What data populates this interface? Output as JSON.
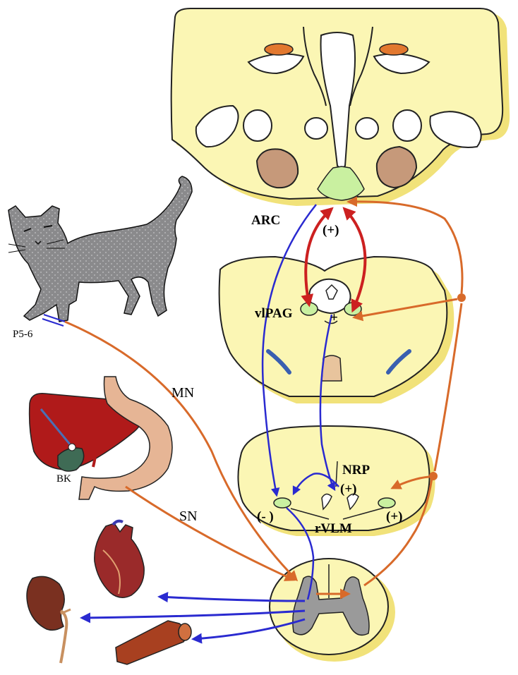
{
  "labels": {
    "arc": "ARC",
    "arc_plus": "(+)",
    "vlpag": "vlPAG",
    "vlpag_plus": "+",
    "nrp": "NRP",
    "nrp_plus": "(+)",
    "rvlm_left": "(- )",
    "rvlm_right": "(+)",
    "rvlm": "rVLM",
    "p56": "P5-6",
    "mn": "MN",
    "sn": "SN",
    "bk": "BK"
  },
  "colors": {
    "brain_fill": "#fbf6b4",
    "brain_shadow": "#f1e27a",
    "nucleus_green": "#c9f0a0",
    "nucleus_brown": "#c6997a",
    "nucleus_orange": "#e2782f",
    "ventricle_blue": "#3a5fb0",
    "cat_gray": "#8a8a8c",
    "afferent_orange": "#d86a2a",
    "arc_pag_red": "#cc2020",
    "efferent_blue": "#2a2ad0",
    "liver_red": "#b01a1a",
    "stomach_tan": "#e6b595",
    "heart_red": "#9a2a2a",
    "kidney_brown": "#7a3020",
    "vessel_brown": "#a84020",
    "spinal_gray": "#9a9a9a"
  },
  "icons": [
    "cat-illustration",
    "liver-illustration",
    "stomach-illustration",
    "heart-illustration",
    "kidney-illustration",
    "blood-vessel-illustration"
  ]
}
